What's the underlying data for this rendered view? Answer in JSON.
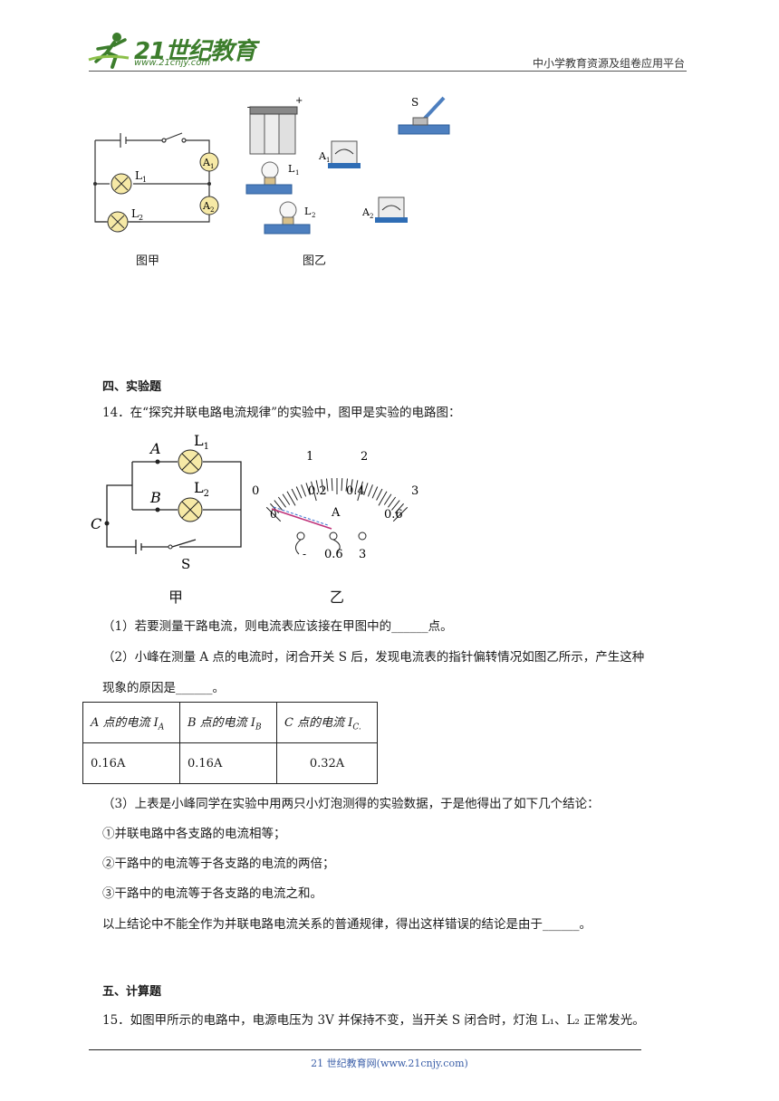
{
  "header": {
    "logo_text": "21世纪教育",
    "logo_url": "www.21cnjy.com",
    "platform": "中小学教育资源及组卷应用平台"
  },
  "fig_top": {
    "left_caption": "图甲",
    "right_caption": "图乙",
    "labels": {
      "a1": "A",
      "a1_sub": "1",
      "a2": "A",
      "a2_sub": "2",
      "l1": "L",
      "l1_sub": "1",
      "l2": "L",
      "l2_sub": "2",
      "s": "S",
      "minus": "−",
      "plus": "+"
    }
  },
  "section4": {
    "title": "四、实验题",
    "q14": "14．在“探究并联电路电流规律”的实验中，图甲是实验的电路图：",
    "fig": {
      "label_A": "A",
      "label_B": "B",
      "label_C": "C",
      "label_S": "S",
      "l1": "L",
      "l1_sub": "1",
      "l2": "L",
      "l2_sub": "2",
      "cap_left": "甲",
      "cap_right": "乙",
      "meter": {
        "top_scale": [
          "0",
          "1",
          "2",
          "3"
        ],
        "bottom_scale": [
          "0",
          "0.2",
          "0.4",
          "0.6"
        ],
        "unit": "A",
        "terminals": [
          "-",
          "0.6",
          "3"
        ]
      }
    },
    "p1": "（1）若要测量干路电流，则电流表应该接在甲图中的______点。",
    "p2a": "（2）小峰在测量 A 点的电流时，闭合开关 S 后，发现电流表的指针偏转情况如图乙所示，产生这种",
    "p2b": "现象的原因是______。",
    "table": {
      "headers": [
        "A 点的电流 I",
        "B 点的电流 I",
        "C 点的电流 I"
      ],
      "header_subs": [
        "A",
        "B",
        "C."
      ],
      "values": [
        "0.16A",
        "0.16A",
        "0.32A"
      ]
    },
    "p3": "（3）上表是小峰同学在实验中用两只小灯泡测得的实验数据，于是他得出了如下几个结论：",
    "c1": "①并联电路中各支路的电流相等；",
    "c2": "②干路中的电流等于各支路的电流的两倍；",
    "c3": "③干路中的电流等于各支路的电流之和。",
    "p4": "以上结论中不能全作为并联电路电流关系的普通规律，得出这样错误的结论是由于______。"
  },
  "section5": {
    "title": "五、计算题",
    "q15": "15．如图甲所示的电路中，电源电压为 3V 并保持不变，当开关 S 闭合时，灯泡 L₁、L₂ 正常发光。"
  },
  "footer": {
    "text": "21 世纪教育网(www.21cnjy.com)"
  },
  "colors": {
    "logo_green": "#3c7d2c",
    "footer_blue": "#3a5ea8",
    "lamp_yellow": "#f6e9a6",
    "meter_blue": "#2f6db5"
  }
}
